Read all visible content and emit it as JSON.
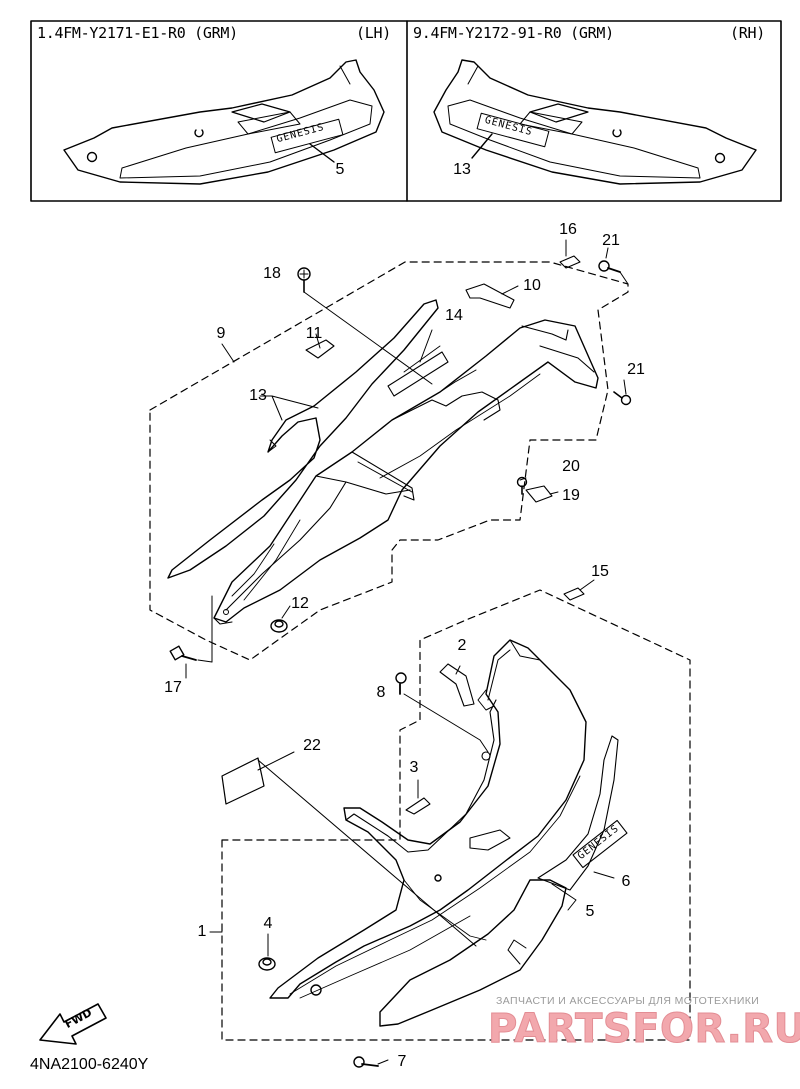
{
  "header": {
    "lh_part": "1.4FM-Y2171-E1-R0 (GRM)",
    "lh_side": "(LH)",
    "rh_part": "9.4FM-Y2172-91-R0 (GRM)",
    "rh_side": "(RH)"
  },
  "emblem_text": "GENESIS",
  "callouts": [
    "5",
    "13",
    "16",
    "21",
    "18",
    "10",
    "9",
    "11",
    "14",
    "21",
    "13",
    "20",
    "19",
    "12",
    "17",
    "15",
    "2",
    "8",
    "22",
    "3",
    "1",
    "6",
    "5",
    "4",
    "7"
  ],
  "diagram_code": "4NA2100-6240Y",
  "fwd_label": "FWD",
  "watermark": {
    "subtitle": "ЗАПЧАСТИ И АКСЕССУАРЫ ДЛЯ МОТОТЕХНИКИ",
    "brand": "PARTSFOR.RU"
  }
}
